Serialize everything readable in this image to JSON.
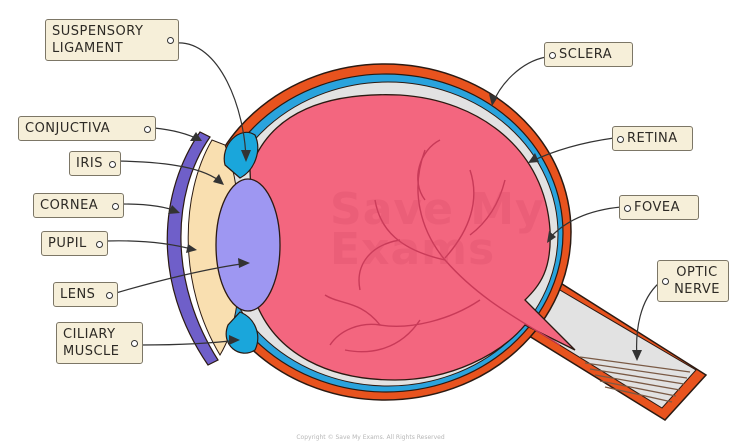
{
  "labels": {
    "suspensory_ligament": "SUSPENSORY\nLIGAMENT",
    "conjuctiva": "CONJUCTIVA",
    "iris": "IRIS",
    "cornea": "CORNEA",
    "pupil": "PUPIL",
    "lens": "LENS",
    "ciliary_muscle": "CILIARY\nMUSCLE",
    "sclera": "SCLERA",
    "retina": "RETINA",
    "fovea": "FOVEA",
    "optic_nerve": "OPTIC\nNERVE"
  },
  "watermark": "Save My\nExams",
  "copyright": "Copyright © Save My Exams. All Rights Reserved",
  "colors": {
    "sclera": "#e8531e",
    "choroid": "#2aa3dd",
    "vitreous": "#f3667f",
    "retina_space": "#e2e2e2",
    "lens": "#9e97f2",
    "cornea": "#6f5fc9",
    "aqueous": "#f9dfb0",
    "ciliary": "#1aa6db",
    "label_bg": "#f6efd9"
  }
}
